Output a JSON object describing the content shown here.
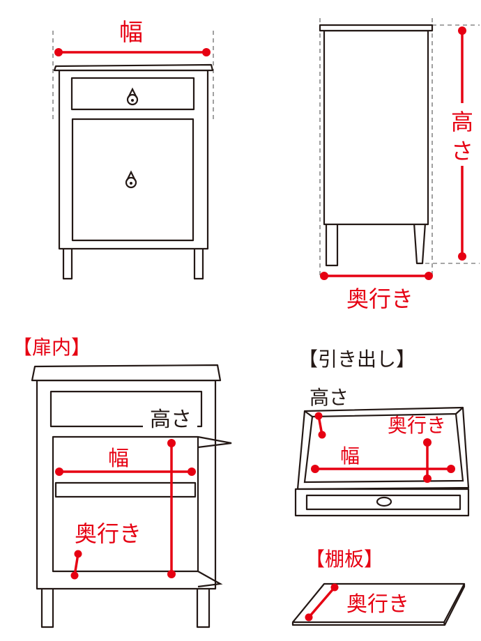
{
  "front_view": {
    "width_label": "幅"
  },
  "side_view": {
    "height_label_1": "高",
    "height_label_2": "さ",
    "depth_label": "奥行き"
  },
  "door_interior": {
    "title": "【扉内】",
    "width_label": "幅",
    "height_label": "高さ",
    "depth_label": "奥行き"
  },
  "drawer": {
    "title": "【引き出し】",
    "height_label": "高さ",
    "depth_label": "奥行き",
    "width_label": "幅"
  },
  "shelf": {
    "title": "【棚板】",
    "depth_label": "奥行き"
  },
  "colors": {
    "accent": "#e60012",
    "line": "#231815"
  }
}
